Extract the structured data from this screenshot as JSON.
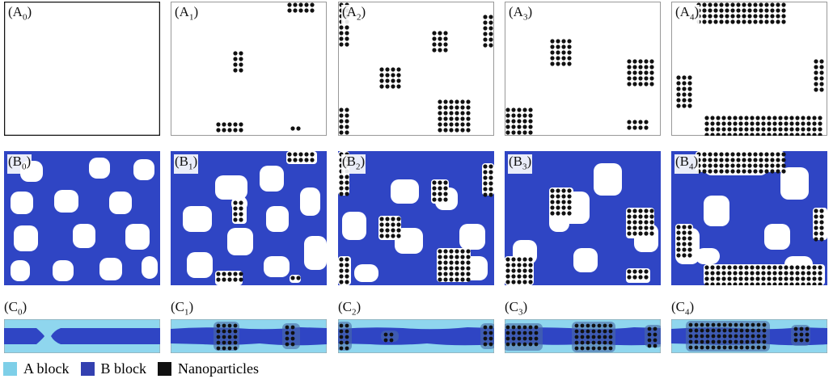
{
  "rows": {
    "A": {
      "letter": "A",
      "panels": [
        "0",
        "1",
        "2",
        "3",
        "4"
      ]
    },
    "B": {
      "letter": "B",
      "panels": [
        "0",
        "1",
        "2",
        "3",
        "4"
      ]
    },
    "C": {
      "letter": "C",
      "panels": [
        "0",
        "1",
        "2",
        "3",
        "4"
      ]
    }
  },
  "legend": [
    {
      "label": "A block",
      "color": "#7ecfe8"
    },
    {
      "label": "B block",
      "color": "#3340b0"
    },
    {
      "label": "Nanoparticles",
      "color": "#111111"
    }
  ],
  "colors": {
    "a_block": "#8fd6ee",
    "b_block": "#2f45c4",
    "particle": "#111111"
  }
}
